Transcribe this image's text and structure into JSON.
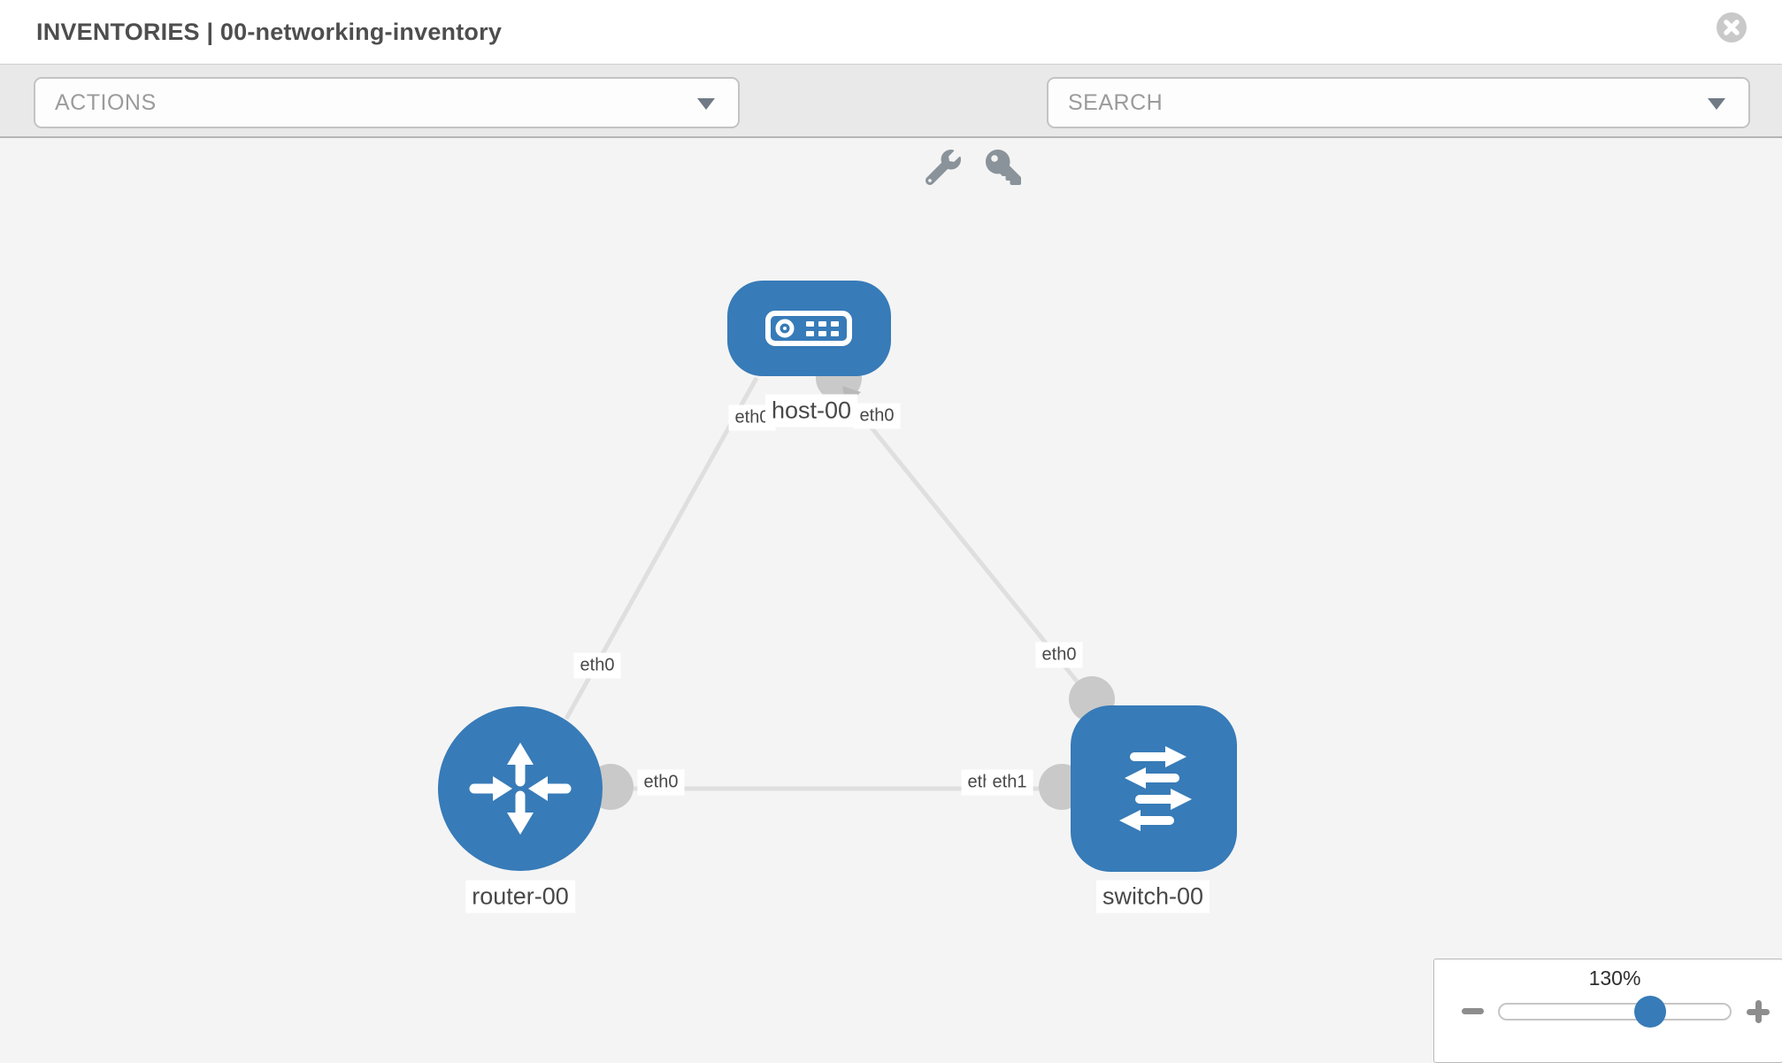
{
  "header": {
    "title": "INVENTORIES | 00-networking-inventory"
  },
  "toolbar": {
    "actions_label": "ACTIONS",
    "search_label": "SEARCH",
    "icons": [
      "wrench-icon",
      "key-icon"
    ]
  },
  "colors": {
    "node_blue": "#377bb8",
    "connector_gray": "#c9c9c9",
    "edge_gray": "#dfdfdf",
    "toolbar_bg": "#e9e9e9",
    "canvas_bg": "#f4f4f4"
  },
  "canvas": {
    "nodes": [
      {
        "name": "host-00",
        "type": "host"
      },
      {
        "name": "router-00",
        "type": "router"
      },
      {
        "name": "switch-00",
        "type": "switch"
      }
    ],
    "links": [
      {
        "from": "host-00",
        "to": "router-00",
        "from_if": "eth0",
        "to_if": "eth0"
      },
      {
        "from": "host-00",
        "to": "switch-00",
        "from_if": "eth0",
        "to_if": "eth0"
      },
      {
        "from": "router-00",
        "to": "switch-00",
        "from_if": "eth0",
        "to_if": "eth1"
      }
    ],
    "interfaces": {
      "host_left": "eth0",
      "host_right": "eth0",
      "host_router_mid": "eth0",
      "host_switch_mid": "eth0",
      "router_link": "eth0",
      "switch_link_under": "eth0",
      "switch_link_over": "eth1"
    }
  },
  "zoom_control": {
    "level": "130%"
  }
}
